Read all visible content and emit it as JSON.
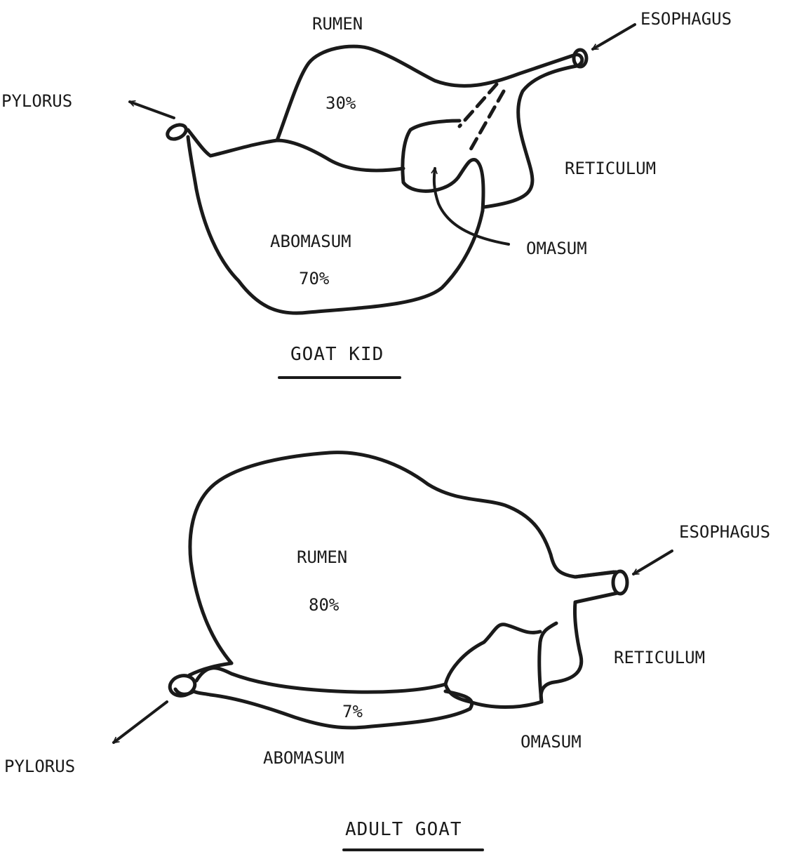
{
  "kid": {
    "title": "GOAT KID",
    "rumen": {
      "label": "RUMEN",
      "percent": "30%"
    },
    "abomasum": {
      "label": "ABOMASUM",
      "percent": "70%"
    },
    "reticulum": {
      "label": "RETICULUM"
    },
    "omasum": {
      "label": "OMASUM"
    },
    "esophagus": {
      "label": "ESOPHAGUS"
    },
    "pylorus": {
      "label": "PYLORUS"
    }
  },
  "adult": {
    "title": "ADULT GOAT",
    "rumen": {
      "label": "RUMEN",
      "percent": "80%"
    },
    "abomasum": {
      "label": "ABOMASUM",
      "percent": "7%"
    },
    "reticulum": {
      "label": "RETICULUM"
    },
    "omasum": {
      "label": "OMASUM"
    },
    "esophagus": {
      "label": "ESOPHAGUS"
    },
    "pylorus": {
      "label": "PYLORUS"
    }
  }
}
